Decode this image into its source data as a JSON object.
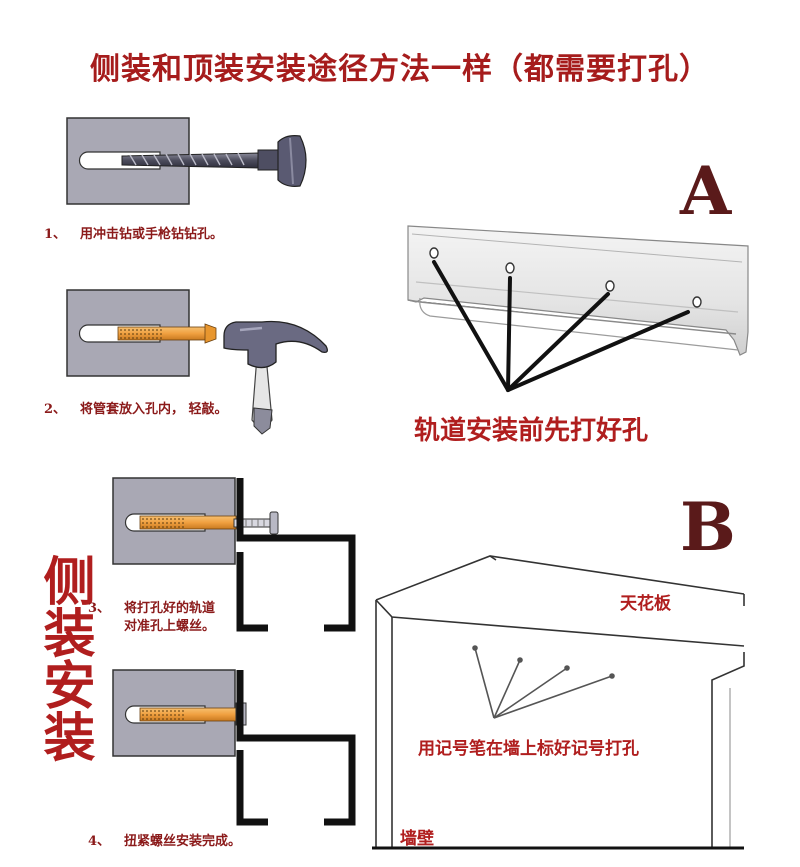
{
  "title": "侧装和顶装安装途径方法一样（都需要打孔）",
  "section_a": {
    "letter": "A",
    "caption": "轨道安装前先打好孔"
  },
  "section_b": {
    "letter": "B",
    "ceiling_label": "天花板",
    "wall_label": "墙壁",
    "marker_caption": "用记号笔在墙上标好记号打孔"
  },
  "side_install_label": "侧装安装",
  "steps": [
    {
      "num": "1、",
      "text": "用冲击钻或手枪钻钻孔。"
    },
    {
      "num": "2、",
      "text": "将管套放入孔内， 轻敲。"
    },
    {
      "num": "3、",
      "text": "将打孔好的轨道",
      "text2": "对准孔上螺丝。"
    },
    {
      "num": "4、",
      "text": "扭紧螺丝安装完成。"
    }
  ],
  "colors": {
    "title_red": "#a61c1c",
    "letter_dark": "#5a1a1a",
    "wall_gray": "#a9a8b4",
    "anchor_orange": "#f0a040"
  }
}
